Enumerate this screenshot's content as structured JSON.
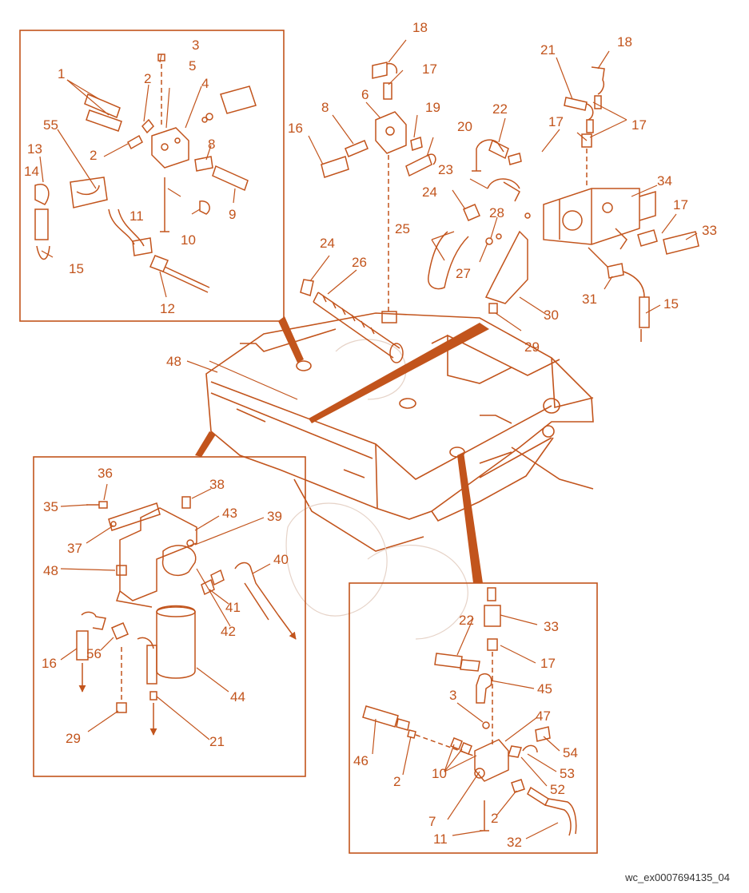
{
  "colors": {
    "accent": "#c2541c",
    "inset_border": "#c2541c",
    "ghost": "#e6d3c8",
    "text_ref": "#333333"
  },
  "drawing_ref": "wc_ex0007694135_04",
  "insets": {
    "top_left": {
      "labels": [
        "1",
        "2",
        "3",
        "5",
        "4",
        "55",
        "13",
        "2",
        "8",
        "14",
        "11",
        "10",
        "9",
        "15",
        "12"
      ]
    },
    "top_center": {
      "labels": [
        "18",
        "17",
        "6",
        "19",
        "20",
        "8",
        "16",
        "24",
        "26"
      ]
    },
    "top_right": {
      "labels": [
        "21",
        "18",
        "22",
        "17",
        "17",
        "34",
        "23",
        "24",
        "28",
        "25",
        "27",
        "17",
        "33",
        "31",
        "15",
        "30",
        "29",
        "48"
      ]
    },
    "bottom_left": {
      "labels": [
        "36",
        "38",
        "35",
        "43",
        "39",
        "37",
        "40",
        "48",
        "41",
        "42",
        "16",
        "56",
        "44",
        "29",
        "21"
      ]
    },
    "bottom_right": {
      "labels": [
        "33",
        "22",
        "17",
        "45",
        "3",
        "47",
        "46",
        "54",
        "2",
        "53",
        "10",
        "52",
        "7",
        "2",
        "11",
        "32"
      ]
    }
  }
}
